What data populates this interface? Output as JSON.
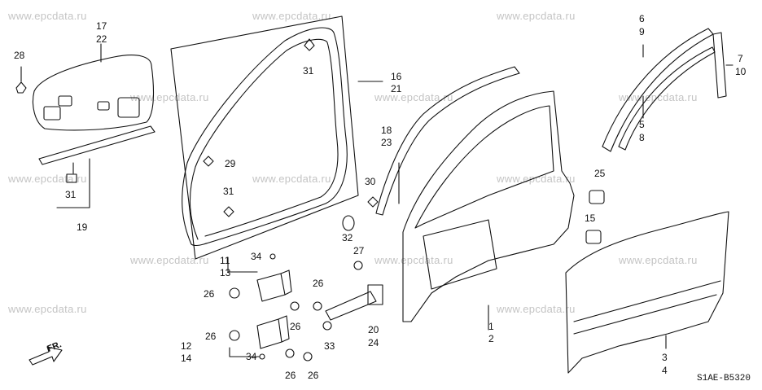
{
  "watermark": "www.epcdata.ru",
  "diagram_code": "S1AE-B5320",
  "fr_label": "FR.",
  "callouts": {
    "c28": "28",
    "c17": "17",
    "c22": "22",
    "c31a": "31",
    "c31b": "31",
    "c31c": "31",
    "c29": "29",
    "c16": "16",
    "c21": "21",
    "c19": "19",
    "c11": "11",
    "c13": "13",
    "c34a": "34",
    "c34b": "34",
    "c26a": "26",
    "c26b": "26",
    "c26c": "26",
    "c26d": "26",
    "c26e": "26",
    "c26f": "26",
    "c32": "32",
    "c27": "27",
    "c33": "33",
    "c20": "20",
    "c24": "24",
    "c12": "12",
    "c14": "14",
    "c18": "18",
    "c23": "23",
    "c30": "30",
    "c1": "1",
    "c2": "2",
    "c6": "6",
    "c9": "9",
    "c5": "5",
    "c8": "8",
    "c7": "7",
    "c10": "10",
    "c25": "25",
    "c15": "15",
    "c3": "3",
    "c4": "4"
  }
}
